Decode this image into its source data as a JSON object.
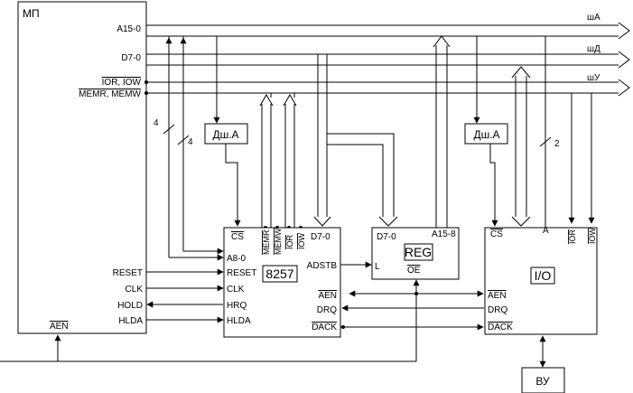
{
  "mp": {
    "title": "МП",
    "a15_0": "A15-0",
    "d7_0": "D7-0",
    "ior_iow": "IOR, IOW",
    "memr_memw": "MEMR, MEMW",
    "aen": "AEN"
  },
  "buses": {
    "sha": "шА",
    "shd": "шД",
    "shu": "шУ"
  },
  "dsha_left": "Дш.А",
  "dsha_right": "Дш.А",
  "annot": {
    "four_a": "4",
    "four_b": "4",
    "two": "2"
  },
  "dma": {
    "chip": "8257",
    "memr": "MEMR",
    "memw": "MEMW",
    "ior": "IOR",
    "iow": "IOW",
    "d7_0": "D7-0",
    "cs": "CS",
    "a8_0": "A8-0",
    "reset": "RESET",
    "clk": "CLK",
    "hrq": "HRQ",
    "hlda": "HLDA",
    "adstb": "ADSTB",
    "aen": "AEN",
    "drq": "DRQ",
    "dack": "DACK"
  },
  "reg": {
    "title": "REG",
    "d7_0": "D7-0",
    "a15_8": "A15-8",
    "l": "L",
    "oe": "OE"
  },
  "io": {
    "title": "I/O",
    "cs": "CS",
    "a": "A",
    "ior": "IOR",
    "iow": "IOW",
    "aen": "AEN",
    "drq": "DRQ",
    "dack": "DACK"
  },
  "ext": {
    "reset": "RESET",
    "clk": "CLK",
    "hold": "HOLD",
    "hlda": "HLDA"
  },
  "vu": "ВУ"
}
